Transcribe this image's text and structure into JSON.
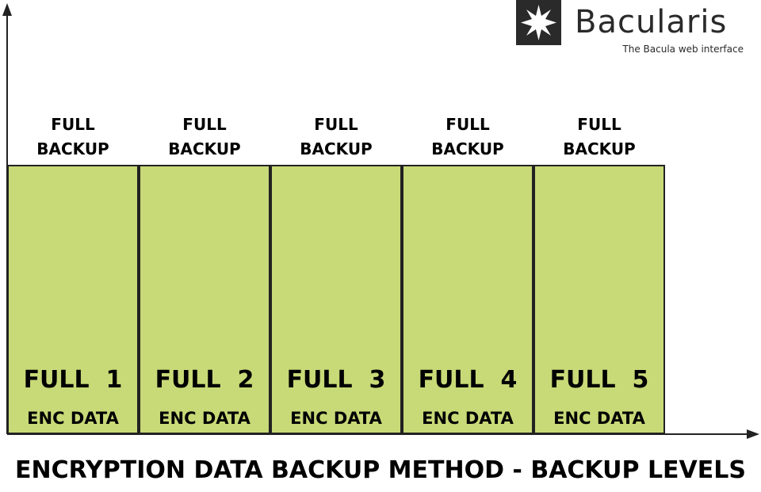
{
  "logo": {
    "name": "Bacularis",
    "tagline": "The Bacula web interface"
  },
  "columns": [
    {
      "top_line1": "FULL",
      "top_line2": "BACKUP",
      "level": "FULL  1",
      "data": "ENC DATA"
    },
    {
      "top_line1": "FULL",
      "top_line2": "BACKUP",
      "level": "FULL  2",
      "data": "ENC DATA"
    },
    {
      "top_line1": "FULL",
      "top_line2": "BACKUP",
      "level": "FULL  3",
      "data": "ENC DATA"
    },
    {
      "top_line1": "FULL",
      "top_line2": "BACKUP",
      "level": "FULL  4",
      "data": "ENC DATA"
    },
    {
      "top_line1": "FULL",
      "top_line2": "BACKUP",
      "level": "FULL  5",
      "data": "ENC DATA"
    }
  ],
  "caption": "ENCRYPTION DATA BACKUP METHOD - BACKUP LEVELS",
  "colors": {
    "block_fill": "#c8d977",
    "block_border": "#222222",
    "logo_dark": "#2a2a2a"
  }
}
